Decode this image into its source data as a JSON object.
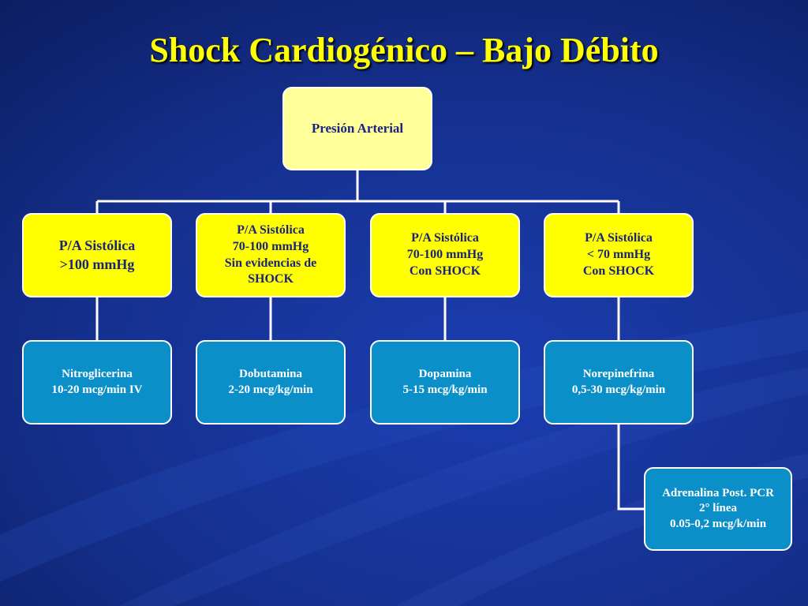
{
  "title": "Shock Cardiogénico – Bajo Débito",
  "root": {
    "label": "Presión Arterial"
  },
  "conditions": [
    {
      "lines": [
        "P/A Sistólica",
        ">100 mmHg"
      ]
    },
    {
      "lines": [
        "P/A Sistólica",
        "70-100 mmHg",
        "Sin evidencias de",
        "SHOCK"
      ]
    },
    {
      "lines": [
        "P/A Sistólica",
        "70-100 mmHg",
        "Con SHOCK"
      ]
    },
    {
      "lines": [
        "P/A Sistólica",
        "< 70 mmHg",
        "Con SHOCK"
      ]
    }
  ],
  "treatments": [
    {
      "lines": [
        "Nitroglicerina",
        "10-20 mcg/min IV"
      ]
    },
    {
      "lines": [
        "Dobutamina",
        "2-20 mcg/kg/min"
      ]
    },
    {
      "lines": [
        "Dopamina",
        "5-15 mcg/kg/min"
      ]
    },
    {
      "lines": [
        "Norepinefrina",
        "0,5-30 mcg/kg/min"
      ]
    }
  ],
  "extra": {
    "lines": [
      "Adrenalina Post. PCR",
      "2° línea",
      "0.05-0,2 mcg/k/min"
    ]
  },
  "colors": {
    "background": "#15308f",
    "title": "#ffff00",
    "root_fill": "#ffff99",
    "condition_fill": "#ffff00",
    "treatment_fill": "#0b8fc9",
    "connector": "#ffffff"
  }
}
